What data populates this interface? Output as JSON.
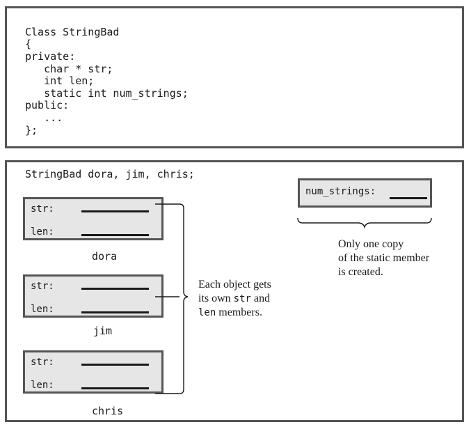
{
  "class_code": {
    "lines": [
      "Class StringBad",
      "{",
      "private:",
      "   char * str;",
      "   int len;",
      "   static int num_strings;",
      "public:",
      "   ...",
      "};"
    ]
  },
  "diagram": {
    "declaration": "StringBad dora, jim, chris;",
    "objects": [
      {
        "name": "dora",
        "str_label": "str:",
        "len_label": "len:"
      },
      {
        "name": "jim",
        "str_label": "str:",
        "len_label": "len:"
      },
      {
        "name": "chris",
        "str_label": "str:",
        "len_label": "len:"
      }
    ],
    "static_member": {
      "label": "num_strings:"
    },
    "objects_note": {
      "line1": "Each object gets",
      "line2_prefix": "its own ",
      "line2_code": "str",
      "line2_suffix": " and",
      "line3_code": "len",
      "line3_suffix": " members."
    },
    "static_note": {
      "line1": "Only one copy",
      "line2": "of the static member",
      "line3": "is created."
    }
  }
}
